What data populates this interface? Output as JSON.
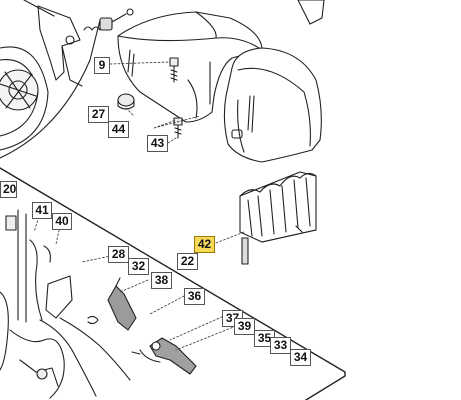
{
  "highlight_color": "#f7d95a",
  "callouts": [
    {
      "id": "c9",
      "label": "9"
    },
    {
      "id": "c27",
      "label": "27"
    },
    {
      "id": "c44",
      "label": "44"
    },
    {
      "id": "c43",
      "label": "43"
    },
    {
      "id": "c20",
      "label": "20"
    },
    {
      "id": "c41",
      "label": "41"
    },
    {
      "id": "c40",
      "label": "40"
    },
    {
      "id": "c42",
      "label": "42",
      "highlighted": true
    },
    {
      "id": "c22",
      "label": "22"
    },
    {
      "id": "c28",
      "label": "28"
    },
    {
      "id": "c32",
      "label": "32"
    },
    {
      "id": "c38",
      "label": "38"
    },
    {
      "id": "c36",
      "label": "36"
    },
    {
      "id": "c37",
      "label": "37"
    },
    {
      "id": "c39",
      "label": "39"
    },
    {
      "id": "c35",
      "label": "35"
    },
    {
      "id": "c33",
      "label": "33"
    },
    {
      "id": "c34",
      "label": "34"
    }
  ]
}
